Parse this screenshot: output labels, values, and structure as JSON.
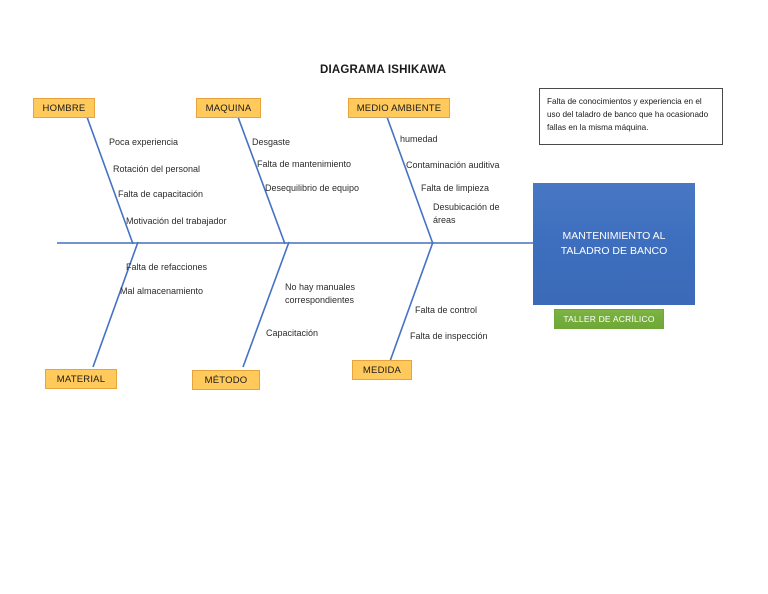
{
  "page": {
    "title": "DIAGRAMA ISHIKAWA",
    "background_color": "#FFFFFF"
  },
  "colors": {
    "category_fill": "#FFC95B",
    "category_border": "#E8A33D",
    "bone_line": "#4472C4",
    "effect_fill": "#3E6FBE",
    "workshop_fill": "#7CB342",
    "note_border": "#4A4A4A",
    "text": "#1A1A1A"
  },
  "effect": {
    "label": "MANTENIMIENTO AL\nTALADRO DE BANCO"
  },
  "workshop": {
    "label": "TALLER DE ACRÍLICO"
  },
  "note": {
    "text": "Falta de conocimientos y experiencia en el uso del taladro de banco que ha ocasionado fallas en la misma máquina."
  },
  "categories": {
    "top": [
      {
        "id": "hombre",
        "label": "HOMBRE",
        "causes": [
          "Poca experiencia",
          "Rotación del personal",
          "Falta de capacitación",
          "Motivación del trabajador"
        ]
      },
      {
        "id": "maquina",
        "label": "MAQUINA",
        "causes": [
          "Desgaste",
          "Falta de mantenimiento",
          "Desequilibrio de equipo"
        ]
      },
      {
        "id": "medio-ambiente",
        "label": "MEDIO AMBIENTE",
        "causes": [
          "humedad",
          "Contaminación auditiva",
          "Falta de limpieza",
          "Desubicación de\náreas"
        ]
      }
    ],
    "bottom": [
      {
        "id": "material",
        "label": "MATERIAL",
        "causes": [
          "Falta de refacciones",
          "Mal almacenamiento"
        ]
      },
      {
        "id": "metodo",
        "label": "MÉTODO",
        "causes": [
          "No hay manuales\ncorrespondientes",
          "Capacitación"
        ]
      },
      {
        "id": "medida",
        "label": "MEDIDA",
        "causes": [
          "Falta de control",
          "Falta de inspección"
        ]
      }
    ]
  }
}
